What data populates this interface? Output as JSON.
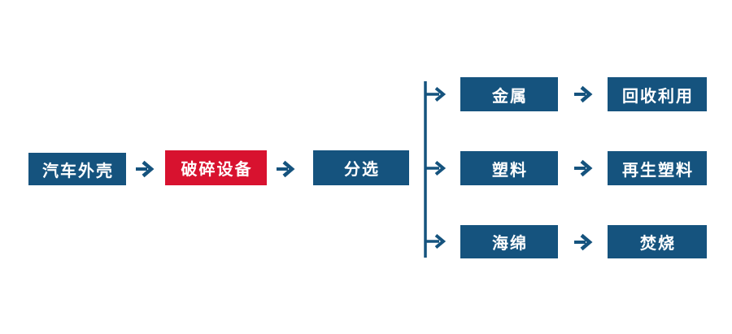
{
  "colors": {
    "primary_blue": "#15537E",
    "highlight_red": "#D8122F",
    "node_text": "#FFFFFF",
    "background": "#FFFFFF"
  },
  "nodes": {
    "car_shell": "汽车外壳",
    "crusher": "破碎设备",
    "sorting": "分选",
    "metal": "金属",
    "recycling": "回收利用",
    "plastic": "塑料",
    "recycled_plastic": "再生塑料",
    "sponge": "海绵",
    "incineration": "焚烧"
  },
  "flow": {
    "main_path": [
      "汽车外壳",
      "破碎设备",
      "分选"
    ],
    "branches": [
      {
        "from": "分选",
        "path": [
          "金属",
          "回收利用"
        ]
      },
      {
        "from": "分选",
        "path": [
          "塑料",
          "再生塑料"
        ]
      },
      {
        "from": "分选",
        "path": [
          "海绵",
          "焚烧"
        ]
      }
    ],
    "highlighted_node": "破碎设备"
  }
}
